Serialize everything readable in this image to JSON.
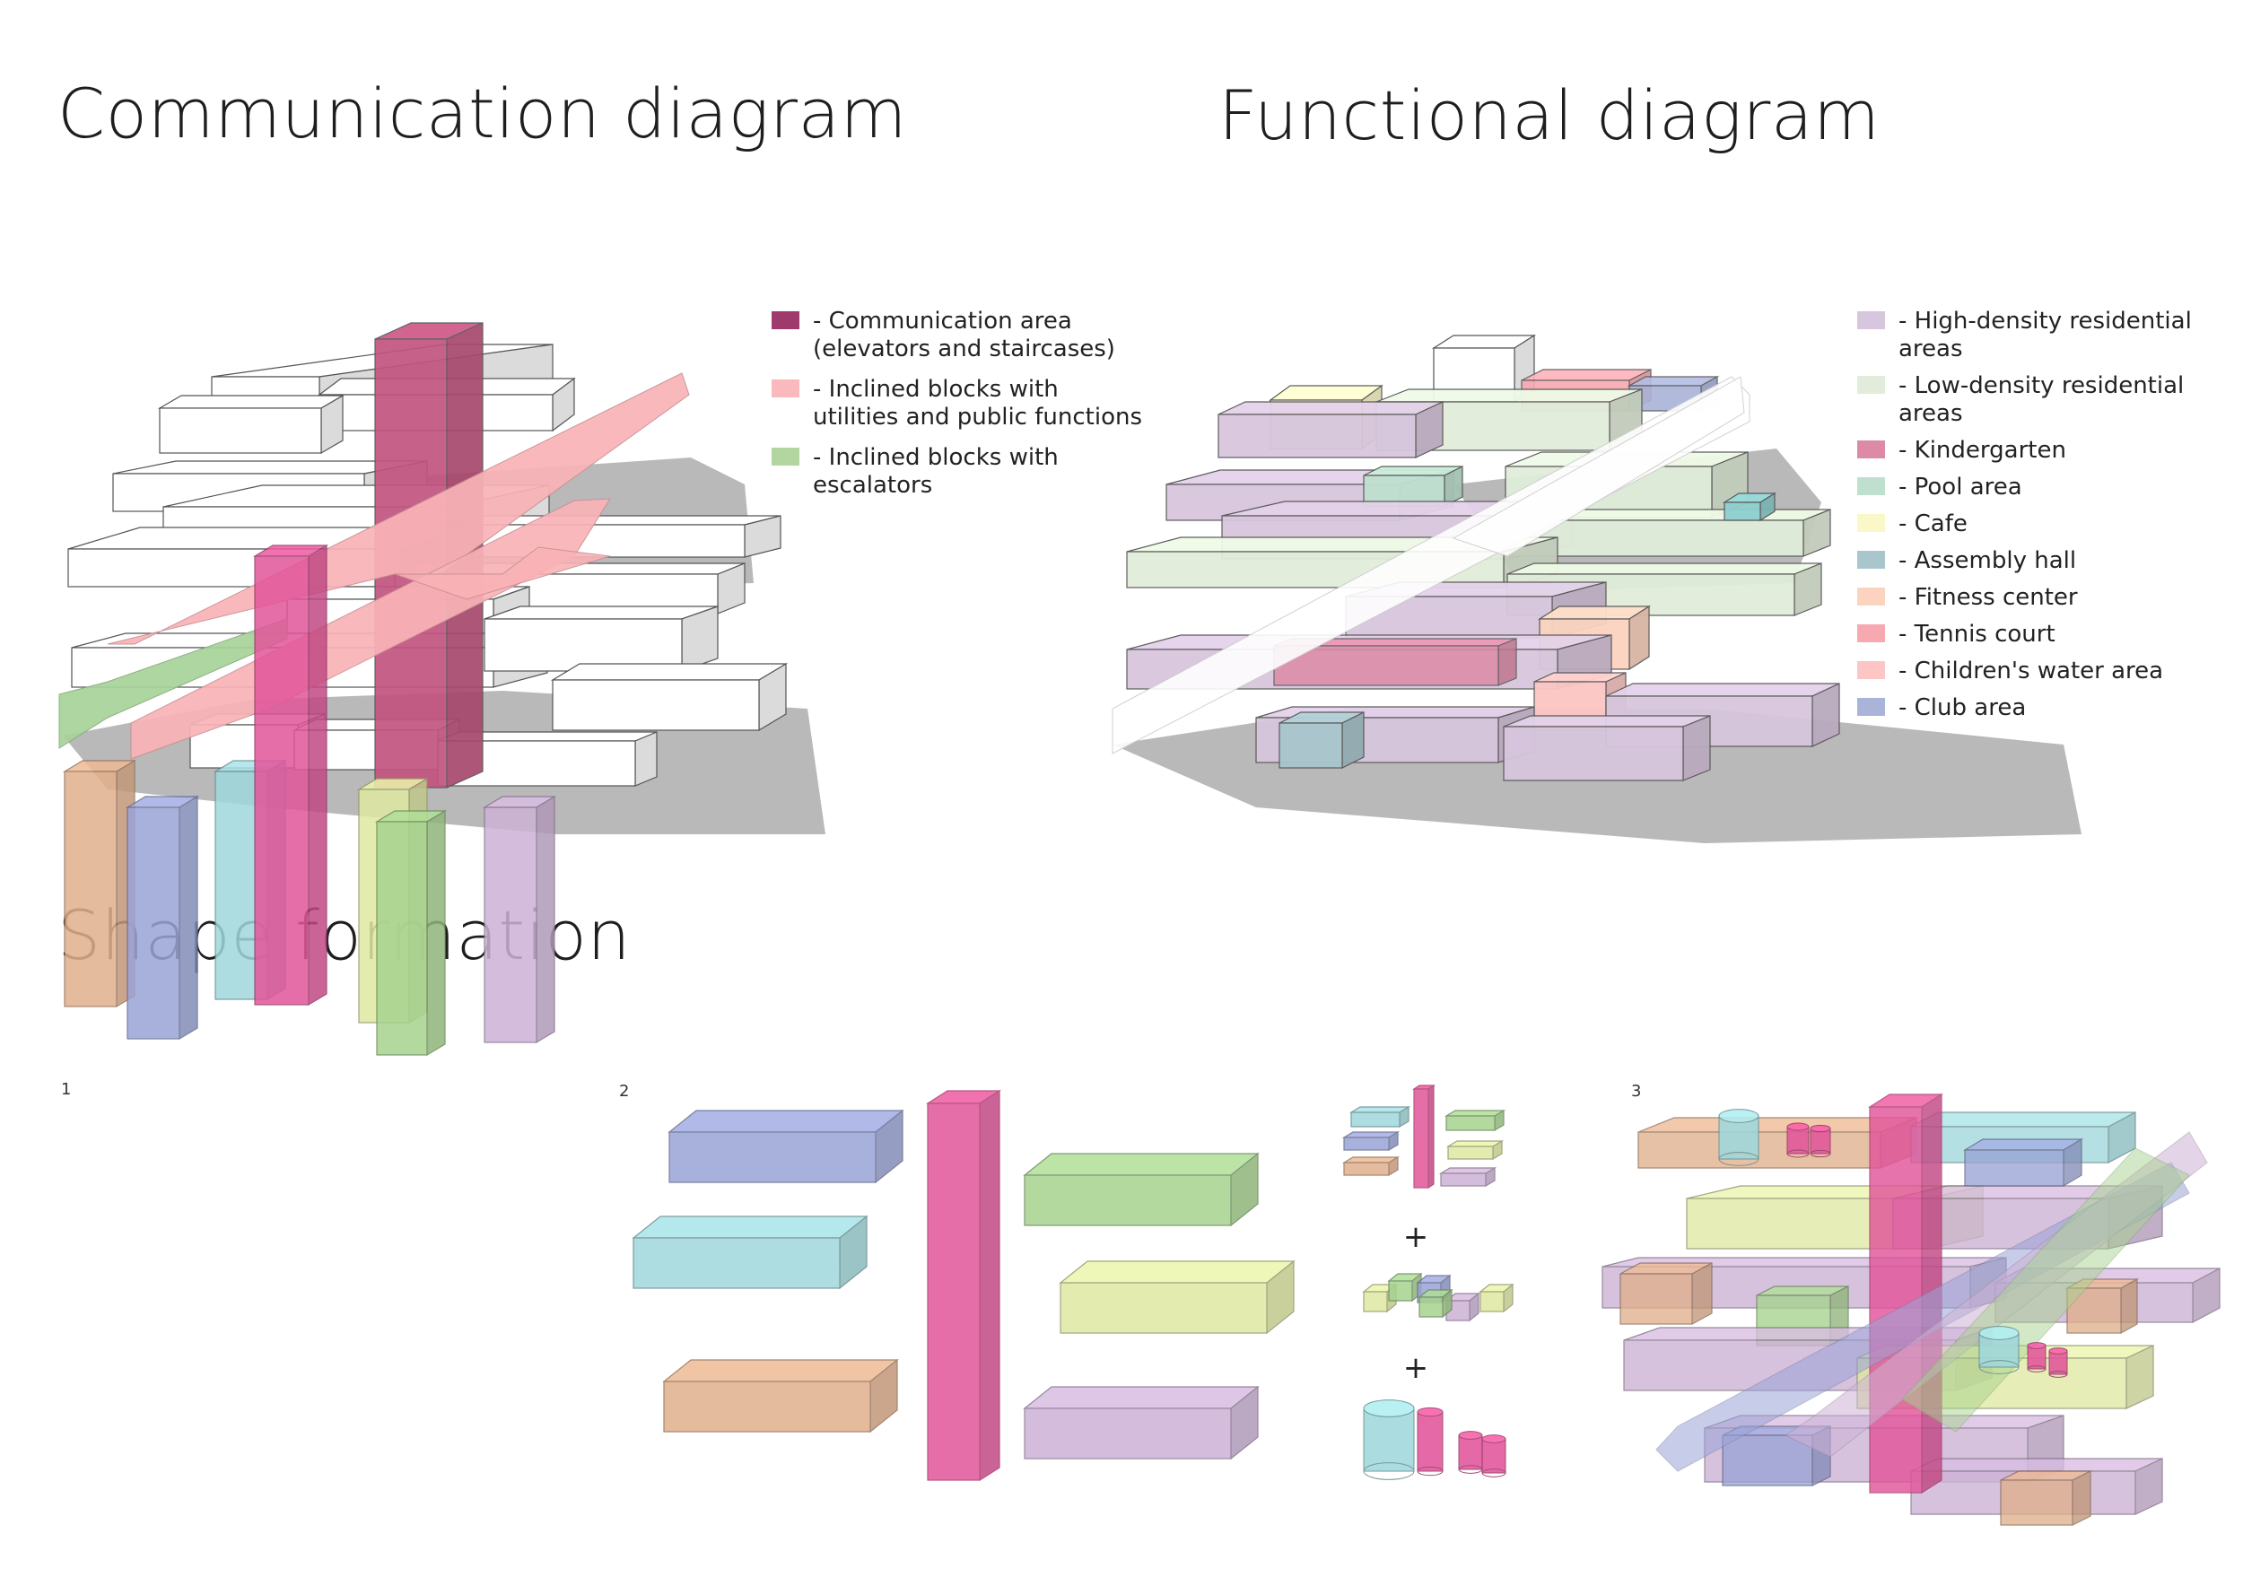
{
  "titles": {
    "communication": "Communication diagram",
    "functional": "Functional diagram",
    "shape": "Shape formation"
  },
  "communication_legend": [
    {
      "label": "- Communication area\n(elevators and staircases)",
      "color": "#9e3a6c"
    },
    {
      "label": "- Inclined blocks with\nutilities and public functions",
      "color": "#f9b9bd"
    },
    {
      "label": "- Inclined blocks with\nescalators",
      "color": "#b3d6a0"
    }
  ],
  "functional_legend": [
    {
      "label": "- High-density residential\nareas",
      "color": "#d7c6dd"
    },
    {
      "label": "- Low-density residential\nareas",
      "color": "#e1edda"
    },
    {
      "label": "- Kindergarten",
      "color": "#dd8aa6"
    },
    {
      "label": "-  Pool area",
      "color": "#bfe0cf"
    },
    {
      "label": "-  Cafe",
      "color": "#fbf8c7"
    },
    {
      "label": "-  Assembly hall",
      "color": "#a9c6cc"
    },
    {
      "label": "-  Fitness center",
      "color": "#fbd3bf"
    },
    {
      "label": "-  Tennis court",
      "color": "#f7a9b0"
    },
    {
      "label": "-  Children's water area",
      "color": "#fbc6c4"
    },
    {
      "label": "-  Club area",
      "color": "#aab3d8"
    }
  ],
  "steps": {
    "one": "1",
    "two": "2",
    "three": "3"
  },
  "plus": "+",
  "icons": {
    "tower": "tower-block-icon",
    "bar": "bar-block-icon",
    "cylinder": "cylinder-icon"
  }
}
